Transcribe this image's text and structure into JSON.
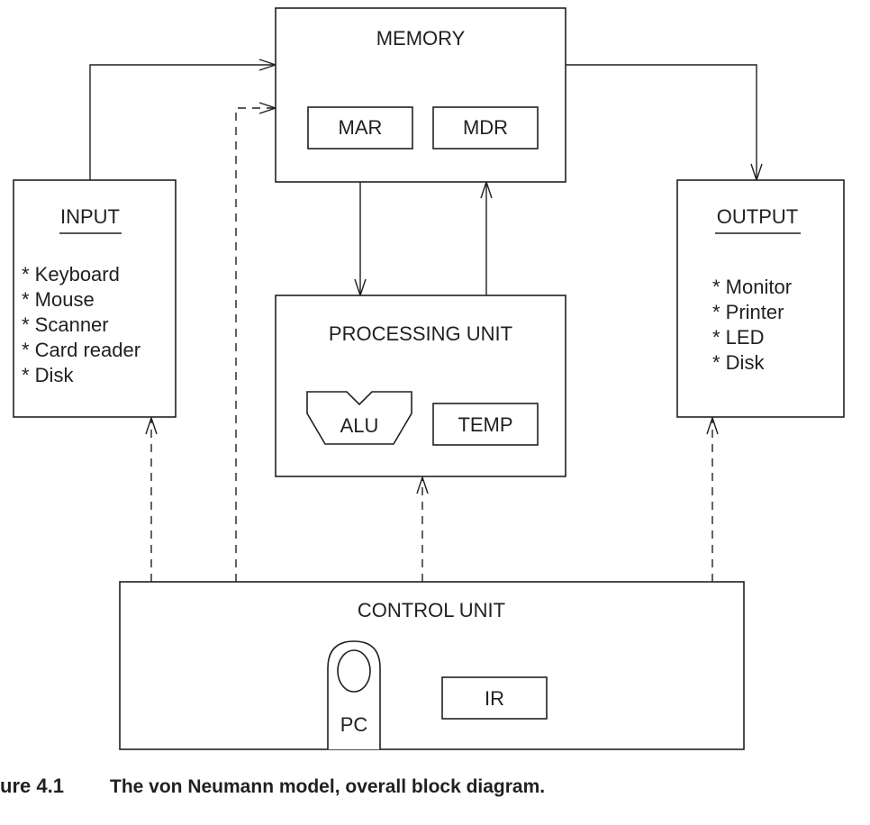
{
  "memory": {
    "title": "MEMORY",
    "mar": "MAR",
    "mdr": "MDR"
  },
  "input": {
    "title": "INPUT",
    "items": [
      "* Keyboard",
      "* Mouse",
      "* Scanner",
      "* Card reader",
      "* Disk"
    ]
  },
  "output": {
    "title": "OUTPUT",
    "items": [
      "* Monitor",
      "* Printer",
      "* LED",
      "* Disk"
    ]
  },
  "processing_unit": {
    "title": "PROCESSING UNIT",
    "alu": "ALU",
    "temp": "TEMP"
  },
  "control_unit": {
    "title": "CONTROL UNIT",
    "pc": "PC",
    "ir": "IR"
  },
  "caption": {
    "number": "ure 4.1",
    "text": "The von Neumann model, overall block diagram."
  }
}
